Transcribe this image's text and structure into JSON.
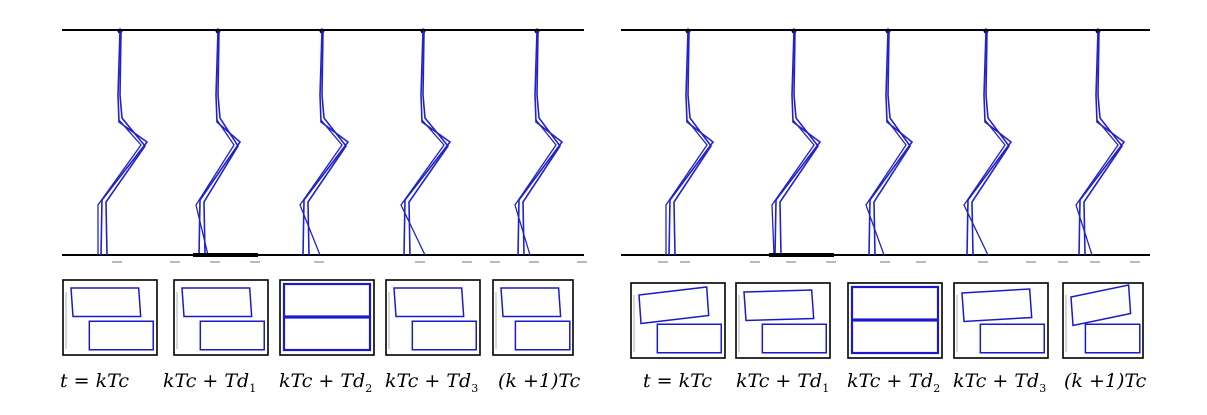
{
  "colors": {
    "curve": "#2222cc",
    "frame": "#000000",
    "rect": "#1a1acc",
    "background": "#ffffff"
  },
  "panels": [
    {
      "name": "left",
      "captions": [
        {
          "main": "t = kTc",
          "sub": ""
        },
        {
          "main": "kTc + Td",
          "sub": "1"
        },
        {
          "main": "kTc + Td",
          "sub": "2"
        },
        {
          "main": "kTc + Td",
          "sub": "3"
        },
        {
          "main": "(k +1)Tc",
          "sub": ""
        }
      ]
    },
    {
      "name": "right",
      "captions": [
        {
          "main": "t = kTc",
          "sub": ""
        },
        {
          "main": "kTc + Td",
          "sub": "1"
        },
        {
          "main": "kTc + Td",
          "sub": "2"
        },
        {
          "main": "kTc + Td",
          "sub": "3"
        },
        {
          "main": "(k +1)Tc",
          "sub": ""
        }
      ]
    }
  ]
}
